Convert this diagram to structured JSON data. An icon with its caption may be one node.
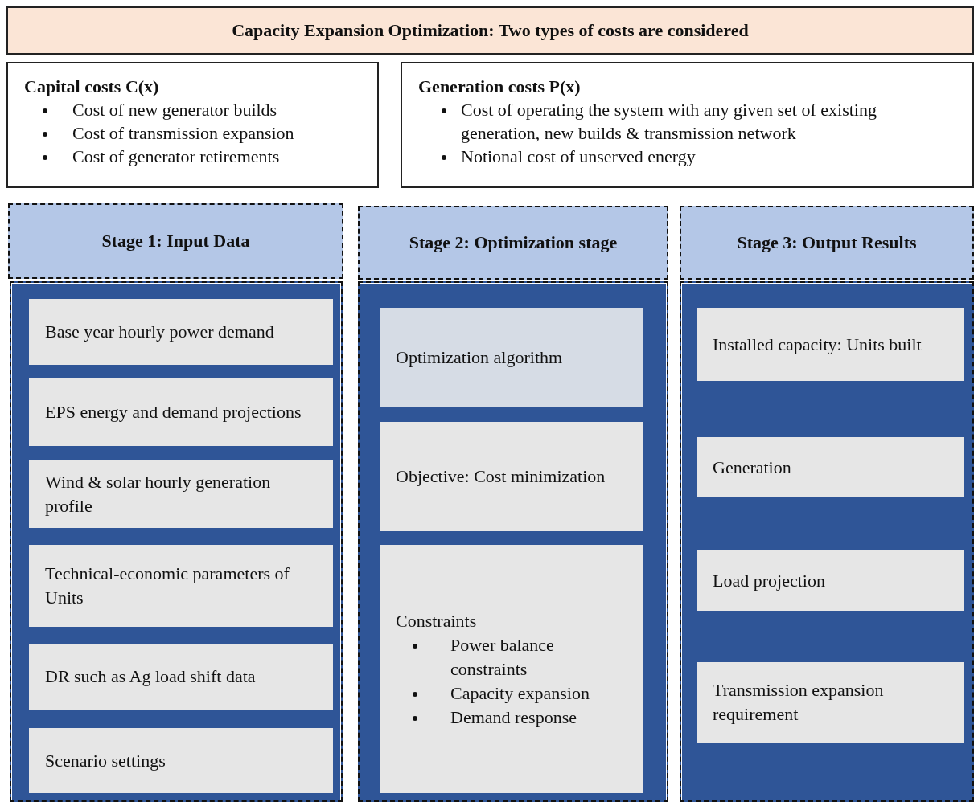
{
  "diagram": {
    "nodes": [
      {
        "text": [
          "Capacity Expansion Optimization: Two types of costs are considered"
        ]
      },
      {
        "text": [
          "Capital costs C(x)",
          "Cost of new generator builds",
          "Cost of transmission expansion",
          "Cost of generator retirements"
        ]
      },
      {
        "text": [
          "Generation costs P(x)",
          "Cost of operating the system with any given set of existing generation, new builds & transmission network",
          "Notional cost of unserved energy"
        ]
      },
      {
        "text": [
          "Stage 1: Input Data"
        ]
      },
      {
        "text": [],
        "shape": "box"
      },
      {
        "text": [
          "Base year hourly power demand"
        ],
        "in": 4
      },
      {
        "text": [
          "EPS energy and demand projections"
        ],
        "in": 4
      },
      {
        "text": [
          "Wind & solar hourly generation profile"
        ],
        "in": 4
      },
      {
        "text": [
          "Technical-economic parameters of Units"
        ],
        "in": 4
      },
      {
        "text": [
          "DR such as Ag load shift data"
        ],
        "in": 4
      },
      {
        "text": [
          "Scenario settings"
        ],
        "in": 4
      },
      {
        "text": [
          "Stage 2: Optimization stage"
        ]
      },
      {
        "text": [],
        "shape": "box"
      },
      {
        "text": [
          "Optimization algorithm"
        ],
        "in": 12
      },
      {
        "text": [
          "Objective: Cost minimization"
        ],
        "in": 12
      },
      {
        "text": [
          "Constraints",
          "Power balance constraints",
          "Capacity expansion",
          "Demand response"
        ],
        "in": 12
      },
      {
        "text": [
          "Stage 3: Output Results"
        ]
      },
      {
        "text": [],
        "shape": "box"
      },
      {
        "text": [
          "Installed capacity: Units built"
        ],
        "in": 17
      },
      {
        "text": [
          "Generation"
        ],
        "in": 17
      },
      {
        "text": [
          "Load projection"
        ],
        "in": 17
      },
      {
        "text": [
          "Transmission expansion requirement"
        ],
        "in": 17
      }
    ],
    "edges": []
  }
}
